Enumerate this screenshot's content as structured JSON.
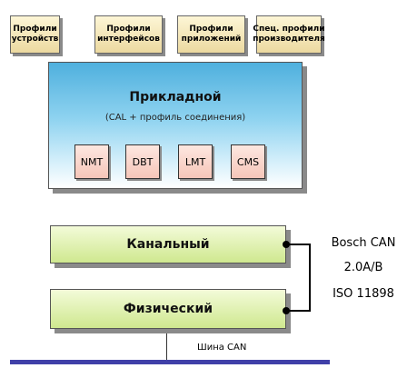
{
  "profiles": [
    {
      "label": "Профили устройств"
    },
    {
      "label": "Профили интерфейсов"
    },
    {
      "label": "Профили приложений"
    },
    {
      "label": "Спец. профили производителя"
    }
  ],
  "application_layer": {
    "title": "Прикладной",
    "subtitle": "(CAL + профиль соединения)",
    "services": [
      "NMT",
      "DBT",
      "LMT",
      "CMS"
    ]
  },
  "data_link_layer": {
    "label": "Канальный"
  },
  "physical_layer": {
    "label": "Физический"
  },
  "standards": {
    "line1": "Bosch CAN",
    "line2": "2.0A/B",
    "line3": "ISO 11898"
  },
  "bus": {
    "label": "Шина CAN"
  },
  "colors": {
    "application_blue": "#4fb0de",
    "layer_green": "#cfe88f",
    "profile_beige": "#ecd9a0",
    "service_pink": "#f6c6b9",
    "bus_blue": "#4040a8"
  }
}
